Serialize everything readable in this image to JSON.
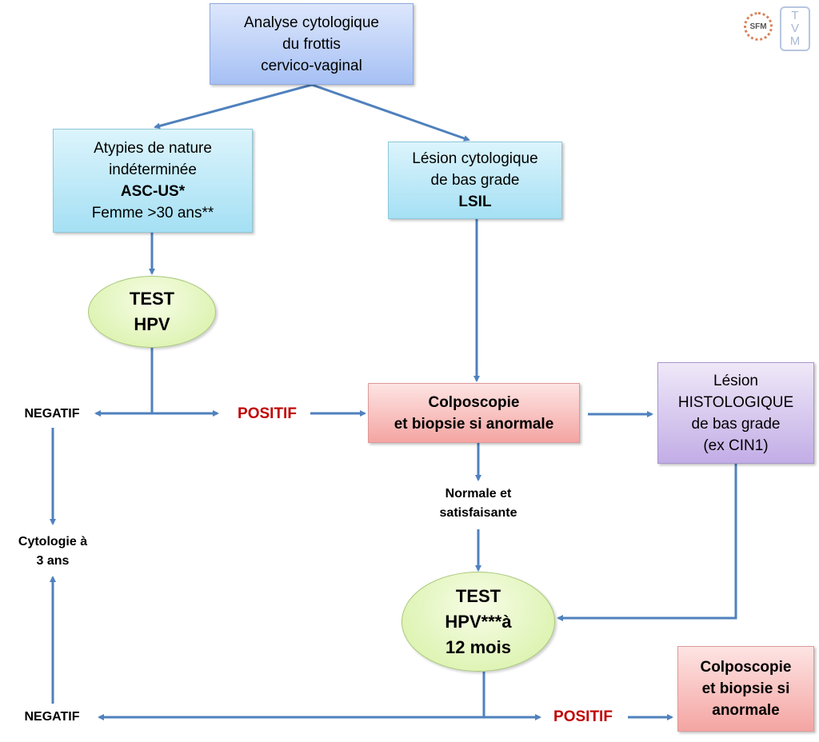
{
  "nodes": {
    "analyse": [
      "Analyse cytologique",
      "du frottis",
      "cervico-vaginal"
    ],
    "ascus": [
      "Atypies de nature",
      "indéterminée",
      "ASC-US*",
      "Femme >30 ans**"
    ],
    "lsil": [
      "Lésion cytologique",
      "de bas grade",
      "LSIL"
    ],
    "test_hpv": [
      "TEST",
      "HPV"
    ],
    "colpo1": [
      "Colposcopie",
      "et biopsie si anormale"
    ],
    "histo": [
      "Lésion",
      "HISTOLOGIQUE",
      "de bas grade",
      "(ex CIN1)"
    ],
    "test_hpv12": [
      "TEST",
      "HPV***à",
      "12 mois"
    ],
    "colpo2": [
      "Colposcopie",
      "et biopsie si",
      "anormale"
    ]
  },
  "labels": {
    "negatif_top": "NEGATIF",
    "positif_top": "POSITIF",
    "normale": [
      "Normale et",
      "satisfaisante"
    ],
    "cytologie": [
      "Cytologie à",
      "3 ans"
    ],
    "negatif_bottom": "NEGATIF",
    "positif_bottom": "POSITIF"
  },
  "logos": {
    "sfm": "SFM",
    "tvm": "TVM"
  },
  "colors": {
    "arrow": "#4f81bd",
    "positive": "#c00000"
  }
}
